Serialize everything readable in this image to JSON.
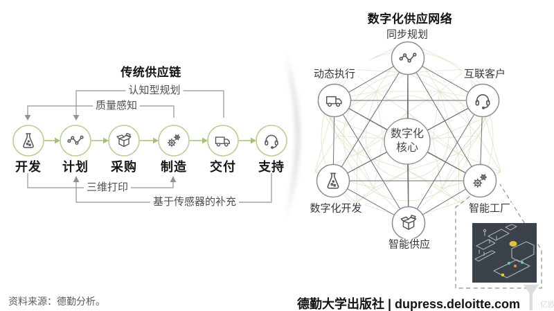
{
  "left_panel": {
    "title": "传统供应链",
    "stages": [
      {
        "label": "开发",
        "icon": "flask-icon"
      },
      {
        "label": "计划",
        "icon": "chart-icon"
      },
      {
        "label": "采购",
        "icon": "box-icon"
      },
      {
        "label": "制造",
        "icon": "gears-icon"
      },
      {
        "label": "交付",
        "icon": "truck-icon"
      },
      {
        "label": "支持",
        "icon": "headset-icon"
      }
    ],
    "annotations": {
      "top_outer": "认知型规划",
      "top_inner": "质量感知",
      "bottom_inner": "三维打印",
      "bottom_outer": "基于传感器的补充"
    }
  },
  "right_panel": {
    "title": "数字化供应网络",
    "center_node": {
      "line1": "数字化",
      "line2": "核心"
    },
    "nodes": [
      {
        "label": "同步规划",
        "icon": "chart-icon"
      },
      {
        "label": "动态执行",
        "icon": "truck-icon"
      },
      {
        "label": "互联客户",
        "icon": "headset-icon"
      },
      {
        "label": "数字化开发",
        "icon": "flask-icon"
      },
      {
        "label": "智能工厂",
        "icon": "gears-icon"
      },
      {
        "label": "智能供应",
        "icon": "box-icon"
      }
    ]
  },
  "footer": {
    "source": "资料来源：德勤分析。",
    "publisher": "德勤大学出版社 | dupress.deloitte.com",
    "watermark": "亿欧"
  },
  "colors": {
    "accent_green": "#b7cf92",
    "arrow_green": "#a5c179",
    "mesh_green": "#d9e6c2",
    "line_gray": "#6b6e71",
    "factory_bg": "#3b424a"
  }
}
